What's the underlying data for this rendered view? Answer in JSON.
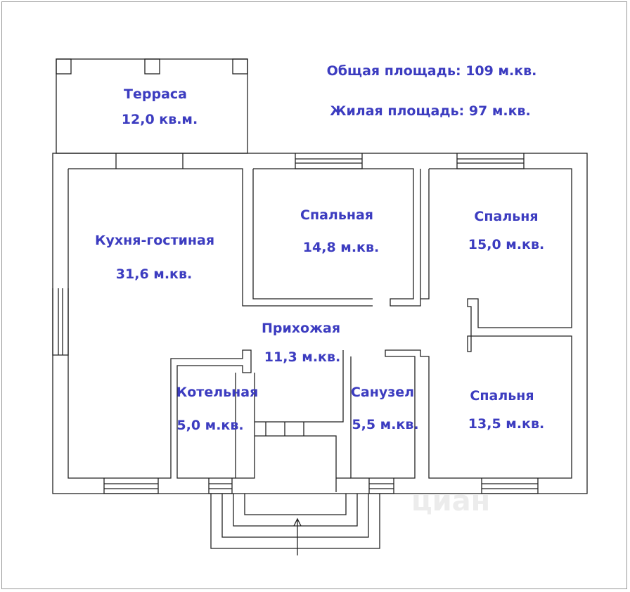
{
  "summary": {
    "total_area": "Общая площадь:  109 м.кв.",
    "living_area": "Жилая площадь: 97 м.кв."
  },
  "rooms": [
    {
      "name": "Терраса",
      "area": "12,0 кв.м."
    },
    {
      "name": "Кухня-гостиная",
      "area": "31,6 м.кв."
    },
    {
      "name": "Спальная",
      "area": "14,8 м.кв."
    },
    {
      "name": "Спальня",
      "area": "15,0 м.кв."
    },
    {
      "name": "Прихожая",
      "area": "11,3 м.кв."
    },
    {
      "name": "Котельная",
      "area": "5,0 м.кв."
    },
    {
      "name": "Санузел",
      "area": "5,5 м.кв."
    },
    {
      "name": "Спальня",
      "area": "13,5 м.кв."
    }
  ],
  "watermark": "циан",
  "colors": {
    "label": "#3c3cc0",
    "wall": "#222222"
  }
}
